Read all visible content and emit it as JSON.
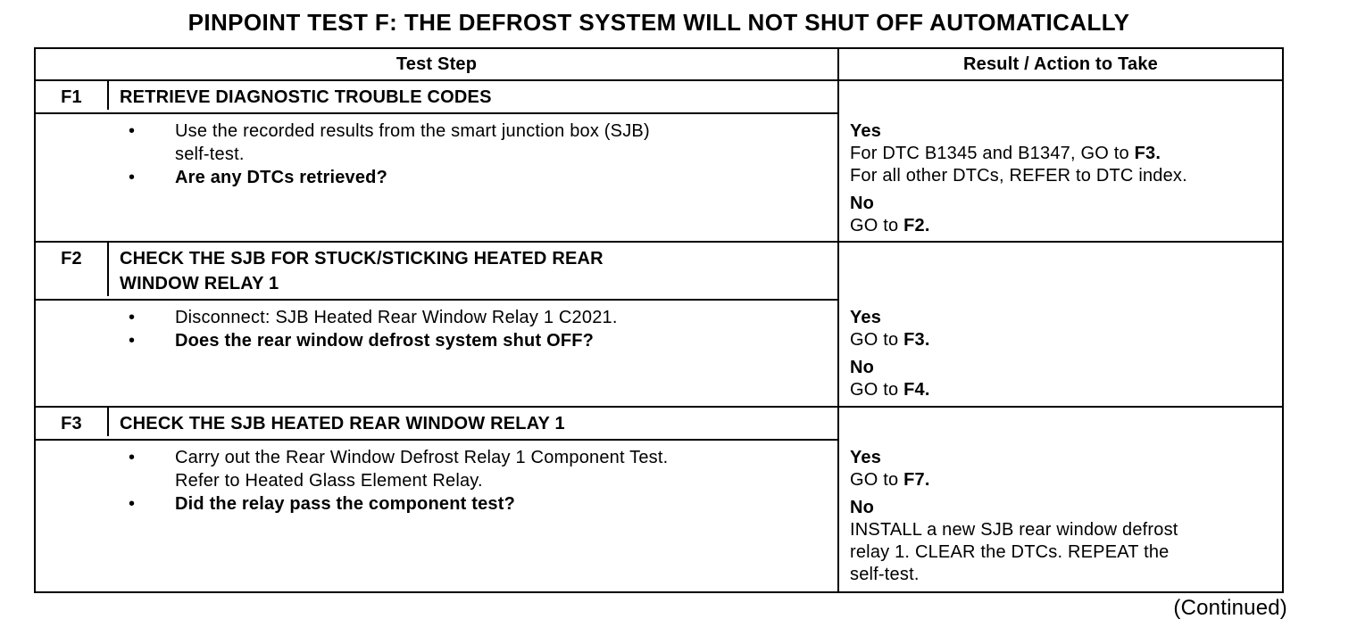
{
  "title": "PINPOINT TEST F: THE DEFROST SYSTEM WILL NOT SHUT OFF AUTOMATICALLY",
  "ui": {
    "bullet_glyph": "•"
  },
  "colors": {
    "text": "#000000",
    "background": "#ffffff",
    "border": "#000000"
  },
  "table": {
    "headers": {
      "test_step": "Test Step",
      "result": "Result / Action to Take"
    },
    "rows": [
      {
        "id": "F1",
        "step_title": "RETRIEVE DIAGNOSTIC TROUBLE CODES",
        "bullets": [
          {
            "text": "Use the recorded results from the smart junction box (SJB)\nself-test.",
            "bold": false
          },
          {
            "text": "Are any DTCs retrieved?",
            "bold": true
          }
        ],
        "result": {
          "yes_label": "Yes",
          "yes_lines": [
            {
              "pre": "For DTC B1345 and B1347, GO to ",
              "bold": "F3."
            },
            {
              "pre": "For all other DTCs, REFER to DTC index.",
              "bold": ""
            }
          ],
          "no_label": "No",
          "no_lines": [
            {
              "pre": "GO to ",
              "bold": "F2."
            }
          ]
        }
      },
      {
        "id": "F2",
        "step_title": "CHECK THE SJB FOR STUCK/STICKING HEATED REAR\nWINDOW RELAY 1",
        "bullets": [
          {
            "text": "Disconnect: SJB Heated Rear Window Relay 1 C2021.",
            "bold": false
          },
          {
            "text": "Does the rear window defrost system shut OFF?",
            "bold": true
          }
        ],
        "result": {
          "yes_label": "Yes",
          "yes_lines": [
            {
              "pre": "GO to ",
              "bold": "F3."
            }
          ],
          "no_label": "No",
          "no_lines": [
            {
              "pre": "GO to ",
              "bold": "F4."
            }
          ]
        }
      },
      {
        "id": "F3",
        "step_title": "CHECK THE SJB HEATED REAR WINDOW RELAY 1",
        "bullets": [
          {
            "text": "Carry out the Rear Window Defrost Relay 1 Component Test.\nRefer to Heated Glass Element Relay.",
            "bold": false
          },
          {
            "text": "Did the relay pass the component test?",
            "bold": true
          }
        ],
        "result": {
          "yes_label": "Yes",
          "yes_lines": [
            {
              "pre": "GO to ",
              "bold": "F7."
            }
          ],
          "no_label": "No",
          "no_lines": [
            {
              "pre": "INSTALL a new SJB rear window defrost\nrelay 1. CLEAR the DTCs. REPEAT the\nself-test.",
              "bold": ""
            }
          ]
        }
      }
    ]
  },
  "footer": {
    "continued": "(Continued)"
  }
}
